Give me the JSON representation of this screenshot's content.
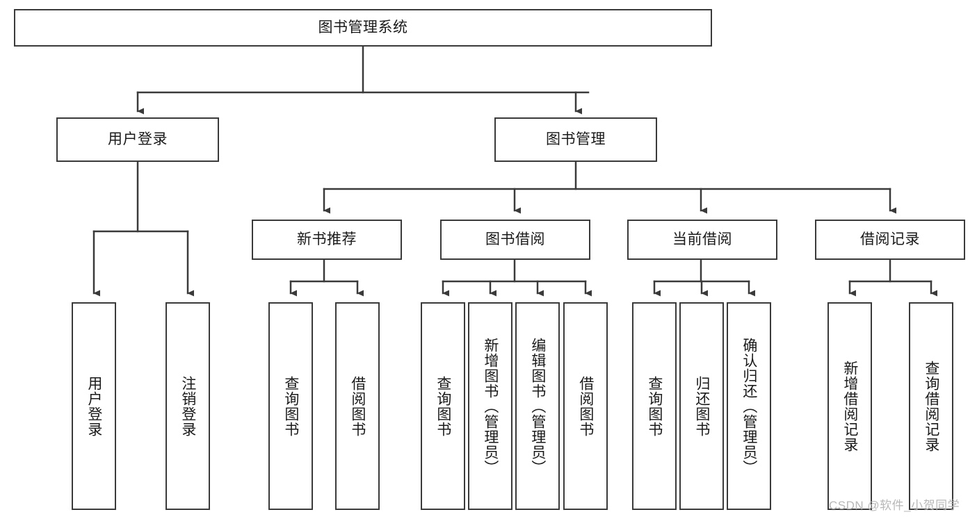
{
  "diagram": {
    "type": "tree-hierarchy-chart",
    "title_node": "图书管理系统",
    "colors": {
      "stroke": "#3a3a3a",
      "fill": "#ffffff",
      "text": "#1a1a1a",
      "watermark": "#b8b8b8"
    },
    "levels": {
      "root": {
        "label": "图书管理系统"
      },
      "level1": [
        {
          "label": "用户登录"
        },
        {
          "label": "图书管理"
        }
      ],
      "level2": [
        {
          "label": "新书推荐"
        },
        {
          "label": "图书借阅"
        },
        {
          "label": "当前借阅"
        },
        {
          "label": "借阅记录"
        }
      ],
      "leaves": {
        "user_login": [
          {
            "label": "用户登录"
          },
          {
            "label": "注销登录"
          }
        ],
        "new_book_recommend": [
          {
            "label": "查询图书"
          },
          {
            "label": "借阅图书"
          }
        ],
        "book_borrow": [
          {
            "label": "查询图书"
          },
          {
            "label": "新增图书（管理员）"
          },
          {
            "label": "编辑图书（管理员）"
          },
          {
            "label": "借阅图书"
          }
        ],
        "current_borrow": [
          {
            "label": "查询图书"
          },
          {
            "label": "归还图书"
          },
          {
            "label": "确认归还（管理员）"
          }
        ],
        "borrow_record": [
          {
            "label": "新增借阅记录"
          },
          {
            "label": "查询借阅记录"
          }
        ]
      }
    },
    "watermark": "CSDN @软件_小贺同学"
  }
}
